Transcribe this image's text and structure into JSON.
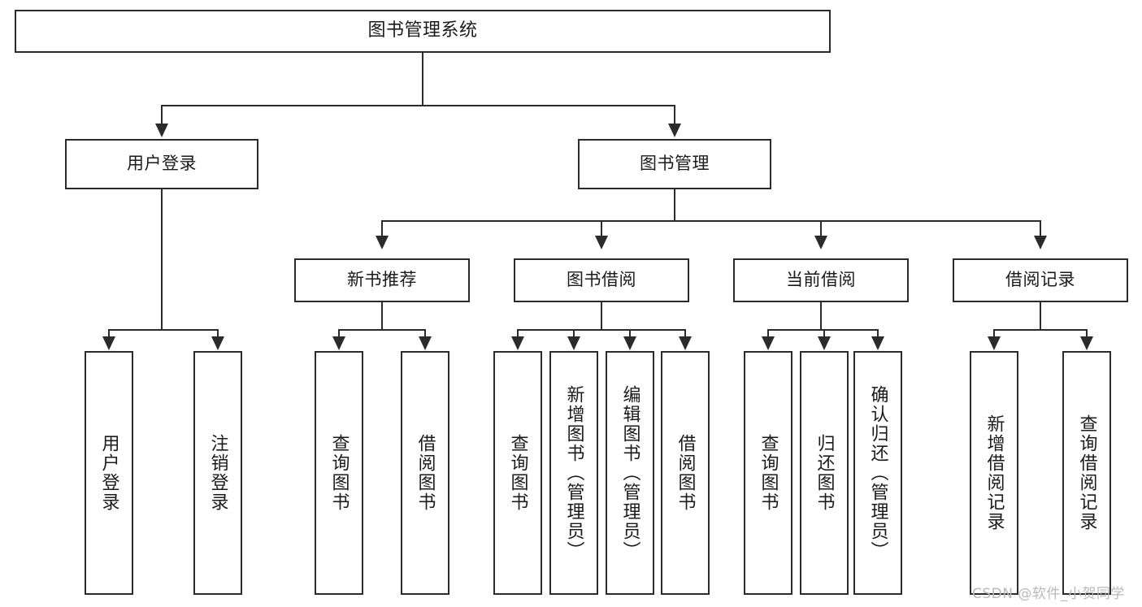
{
  "diagram": {
    "title_node": {
      "label": "图书管理系统"
    },
    "level2": [
      {
        "id": "user-login",
        "label": "用户登录"
      },
      {
        "id": "book-management",
        "label": "图书管理"
      }
    ],
    "level3": [
      {
        "id": "new-book-recommend",
        "label": "新书推荐"
      },
      {
        "id": "book-borrow",
        "label": "图书借阅"
      },
      {
        "id": "current-borrow",
        "label": "当前借阅"
      },
      {
        "id": "borrow-record",
        "label": "借阅记录"
      }
    ],
    "leaves": {
      "user_login": [
        {
          "id": "leaf-user-login",
          "label": "用户登录"
        },
        {
          "id": "leaf-logout-login",
          "label": "注销登录"
        }
      ],
      "new_book_recommend": [
        {
          "id": "leaf-query-book-1",
          "label": "查询图书"
        },
        {
          "id": "leaf-borrow-book-1",
          "label": "借阅图书"
        }
      ],
      "book_borrow": [
        {
          "id": "leaf-query-book-2",
          "label": "查询图书"
        },
        {
          "id": "leaf-add-book",
          "label": "新增图书（管理员）"
        },
        {
          "id": "leaf-edit-book",
          "label": "编辑图书（管理员）"
        },
        {
          "id": "leaf-borrow-book-2",
          "label": "借阅图书"
        }
      ],
      "current_borrow": [
        {
          "id": "leaf-query-book-3",
          "label": "查询图书"
        },
        {
          "id": "leaf-return-book",
          "label": "归还图书"
        },
        {
          "id": "leaf-confirm-return",
          "label": "确认归还（管理员）"
        }
      ],
      "borrow_record": [
        {
          "id": "leaf-add-borrow-record",
          "label": "新增借阅记录"
        },
        {
          "id": "leaf-query-borrow-record",
          "label": "查询借阅记录"
        }
      ]
    }
  },
  "watermark": {
    "text": "CSDN @软件_小贺同学"
  },
  "colors": {
    "stroke": "#2b2b2b",
    "background": "#ffffff",
    "text": "#1b1b1b",
    "watermark": "#b9b9b9"
  }
}
